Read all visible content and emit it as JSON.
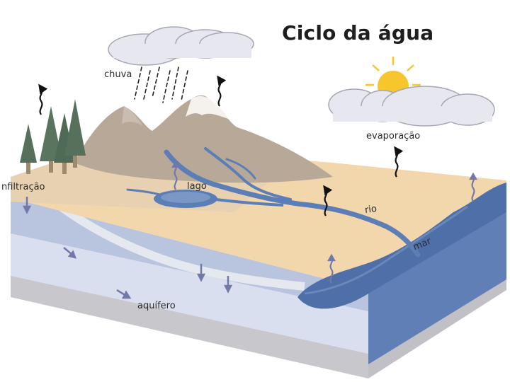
{
  "title": "Ciclo da água",
  "labels": {
    "rain": "chuva",
    "evaporation": "evaporação",
    "infiltration": "nfiltração",
    "lake": "lago",
    "river": "rio",
    "sea": "mar",
    "aquifer": "aquífero"
  },
  "colors": {
    "sand": "#f2d7ad",
    "mountain": "#b8a898",
    "water": "#5a7eb5",
    "sea": "#4f6fa8",
    "soil_layer": "#d9dfee",
    "cloud": "#e7e7ef",
    "sun": "#f7c52c",
    "vapor_arrow": "#111111",
    "flow_arrow": "#7279a8",
    "tree": "#56705c"
  },
  "icons": [
    "cloud-icon",
    "sun-icon",
    "tree-icon",
    "rain-drop-icon",
    "vapor-arrow-icon",
    "flow-arrow-icon"
  ]
}
